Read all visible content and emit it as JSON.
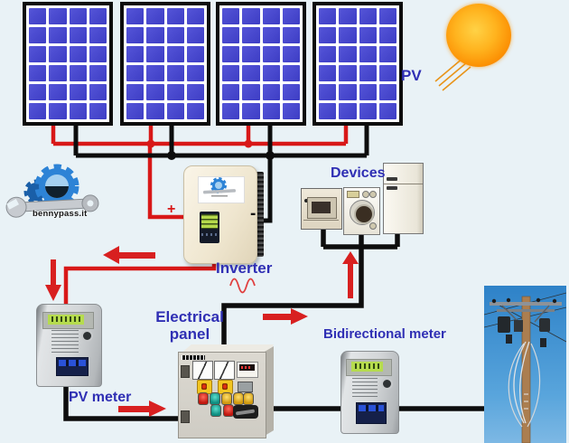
{
  "labels": {
    "pv": "PV",
    "devices": "Devices",
    "inverter": "Inverter",
    "electrical_panel_1": "Electrical",
    "electrical_panel_2": "panel",
    "pv_meter": "PV meter",
    "bidirectional_meter": "Bidirectional meter",
    "plus": "+",
    "minus": "-"
  },
  "logo": {
    "text": "bennypass.it"
  },
  "panels": {
    "count": 4,
    "rows": 6,
    "columns": 4
  },
  "colors": {
    "background": "#e9f2f6",
    "wire_red": "#d81818",
    "wire_black": "#0d0d0d",
    "arrow_red": "#d82020",
    "label_blue": "#2f2fb4",
    "panel_cell_blue": "#4545cc",
    "sun_orange": "#fc9104",
    "lcd_green": "#b6dc4e",
    "inverter_body": "#efe6cf"
  }
}
